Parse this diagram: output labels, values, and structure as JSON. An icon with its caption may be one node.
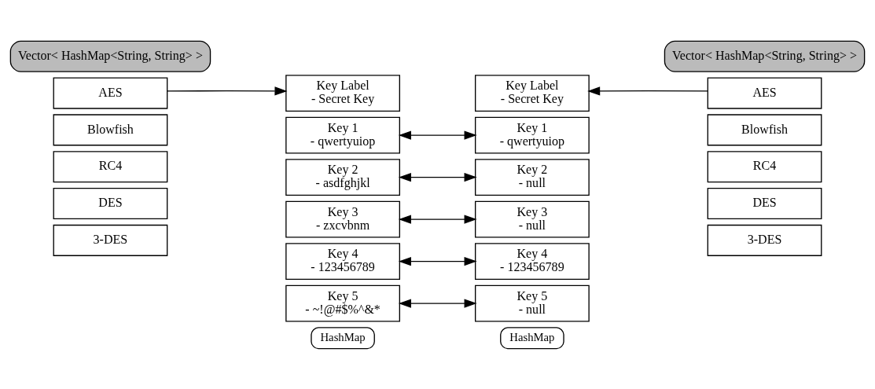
{
  "diagram": {
    "nodes": [
      {
        "text": [
          "Vector< HashMap<String, String> >"
        ]
      },
      {
        "text": [
          "Vector< HashMap<String, String> >"
        ]
      },
      {
        "text": [
          "AES"
        ]
      },
      {
        "text": [
          "Blowfish"
        ]
      },
      {
        "text": [
          "RC4"
        ]
      },
      {
        "text": [
          "DES"
        ]
      },
      {
        "text": [
          "3-DES"
        ]
      },
      {
        "text": [
          "Key Label",
          "- Secret Key"
        ]
      },
      {
        "text": [
          "Key 1",
          "- qwertyuiop"
        ]
      },
      {
        "text": [
          "Key 2",
          "- asdfghjkl"
        ]
      },
      {
        "text": [
          "Key 3",
          "- zxcvbnm"
        ]
      },
      {
        "text": [
          "Key 4",
          "- 123456789"
        ]
      },
      {
        "text": [
          "Key 5",
          "- ~!@#$%^&*"
        ]
      },
      {
        "text": [
          "HashMap"
        ]
      },
      {
        "text": [
          "Key Label",
          "- Secret Key"
        ]
      },
      {
        "text": [
          "Key 1",
          "- qwertyuiop"
        ]
      },
      {
        "text": [
          "Key 2",
          "- null"
        ]
      },
      {
        "text": [
          "Key 3",
          "- null"
        ]
      },
      {
        "text": [
          "Key 4",
          "- 123456789"
        ]
      },
      {
        "text": [
          "Key 5",
          "- null"
        ]
      },
      {
        "text": [
          "HashMap"
        ]
      },
      {
        "text": [
          "AES"
        ]
      },
      {
        "text": [
          "Blowfish"
        ]
      },
      {
        "text": [
          "RC4"
        ]
      },
      {
        "text": [
          "DES"
        ]
      },
      {
        "text": [
          "3-DES"
        ]
      }
    ],
    "edges": [
      {
        "from": 2,
        "to": 7,
        "arrow": "to"
      },
      {
        "from": 21,
        "to": 14,
        "arrow": "to"
      },
      {
        "from": 8,
        "to": 15,
        "arrow": "both"
      },
      {
        "from": 9,
        "to": 16,
        "arrow": "both"
      },
      {
        "from": 10,
        "to": 17,
        "arrow": "both"
      },
      {
        "from": 11,
        "to": 18,
        "arrow": "both"
      },
      {
        "from": 12,
        "to": 19,
        "arrow": "both"
      }
    ]
  }
}
